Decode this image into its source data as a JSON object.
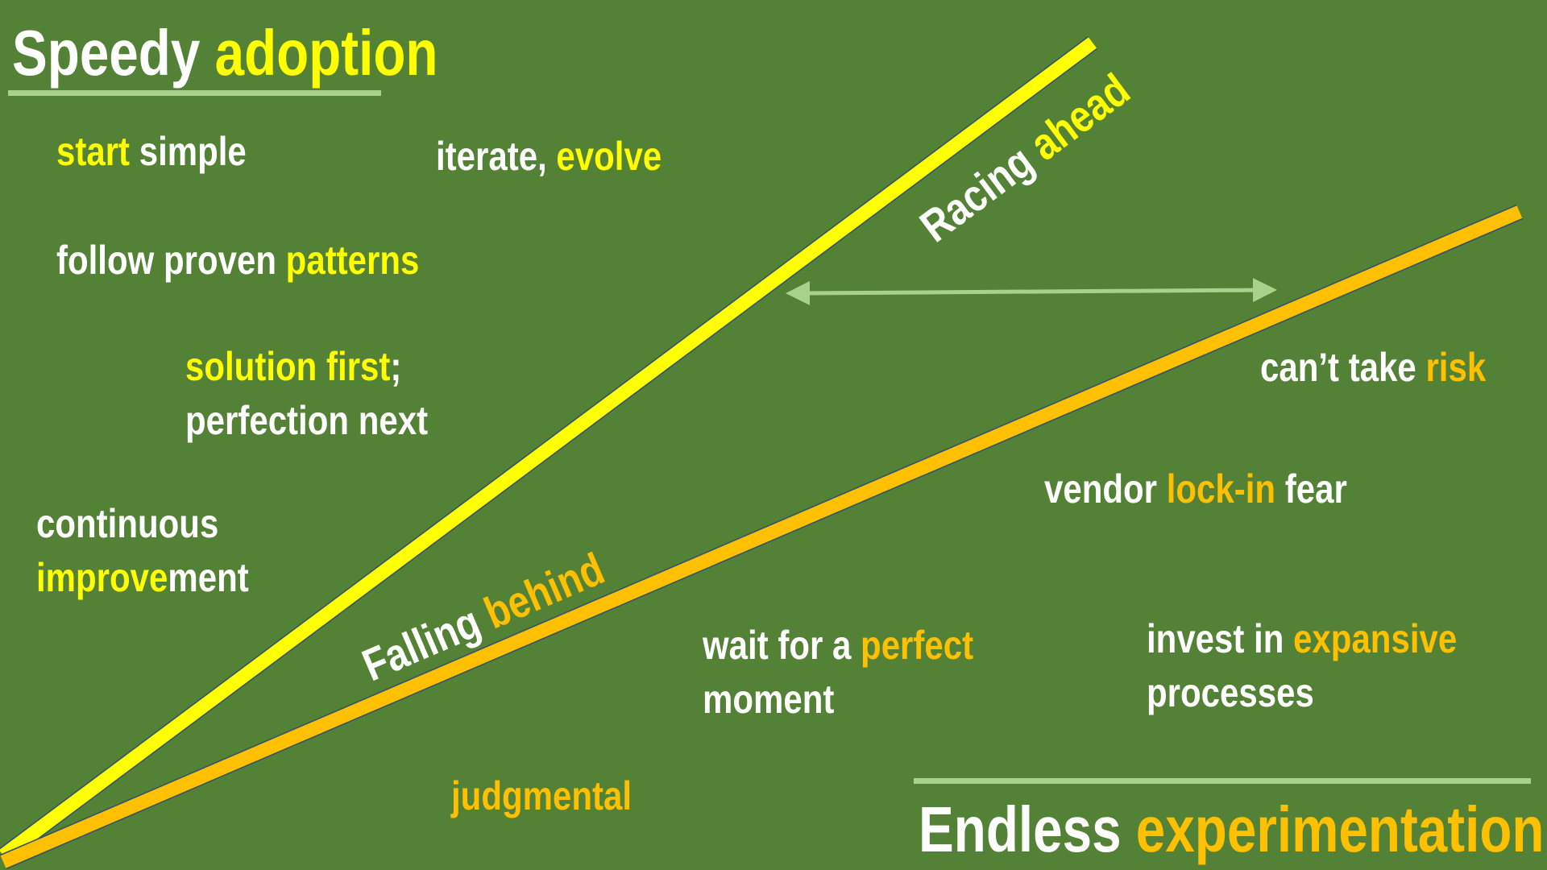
{
  "colors": {
    "background": "#538135",
    "yellow": "#ffff00",
    "orange": "#ffc000",
    "accent": "#a9d18e"
  },
  "title_top": {
    "a": "Speedy",
    "b": "adoption"
  },
  "title_bottom": {
    "a": "Endless",
    "b": "experimentation"
  },
  "racing": {
    "a": "Racing",
    "b": "ahead"
  },
  "falling": {
    "a": "Falling",
    "b": "behind"
  },
  "speedy_items": {
    "start_simple": {
      "a": "start",
      "b": "simple"
    },
    "iterate": {
      "a": "iterate,",
      "b": "evolve"
    },
    "patterns": {
      "a": "follow proven",
      "b": "patterns"
    },
    "solution": {
      "a": "solution first",
      "b": ";",
      "c": "perfection next"
    },
    "continuous": {
      "a": "continuous",
      "b": "improve",
      "c": "ment"
    }
  },
  "endless_items": {
    "risk": {
      "a": "can’t take",
      "b": "risk"
    },
    "vendor": {
      "a": "vendor",
      "b": "lock-in",
      "c": "fear"
    },
    "wait": {
      "a": "wait for a",
      "b": "perfect",
      "c": "moment"
    },
    "invest": {
      "a": "invest in",
      "b": "expansive",
      "c": "processes"
    },
    "judgmental": "judgmental"
  }
}
